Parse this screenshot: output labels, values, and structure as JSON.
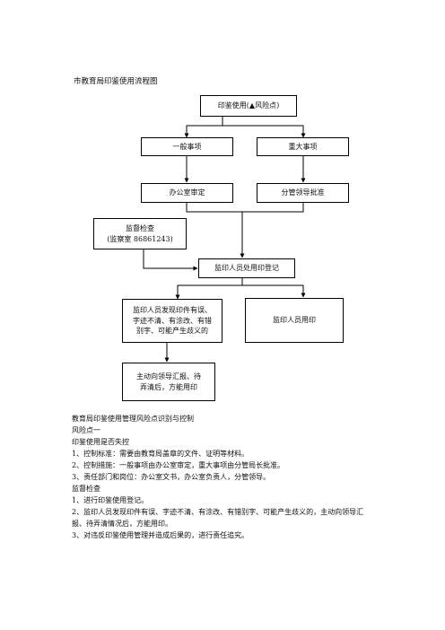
{
  "doc": {
    "title": "市教育局印鉴使用流程图"
  },
  "flow": {
    "top": "印鉴使用(▲风险点)",
    "general": "一般事项",
    "major": "重大事项",
    "office_review": "办公室审定",
    "leader_approve": "分管领导批准",
    "supervision_line1": "监督检查",
    "supervision_line2": "(监察室  86861243)",
    "register": "监印人员处用印登记",
    "found_issue": "监印人员发现印件有误、字迹不清、有涂改、有错别字、可能产生歧义的",
    "use_seal": "监印人员用印",
    "report": "主动向领导汇报、待弄清后，方能用印"
  },
  "risk": {
    "heading": "教育局印鉴使用管理风险点识别与控制",
    "point": "风险点一",
    "item": "印鉴使用是否失控",
    "line1": "1、控制标准：需要由教育局盖章的文件、证明等材料。",
    "line2": "2、控制措施：一般事项由办公室审定，重大事项由分管局长批准。",
    "line3": "3、责任部门和岗位：办公室文书，办公室负责人，分管领导。",
    "check_heading": "监督检查",
    "check1": "1、进行印鉴使用登记。",
    "check2": "2、监印人员发现印件有误、字迹不清、有涂改、有错别字、可能产生歧义的，主动向领导汇报、待弄清情况后，方能用印。",
    "check3": "3、对违反印鉴使用管理并造成后果的，进行责任追究。"
  }
}
